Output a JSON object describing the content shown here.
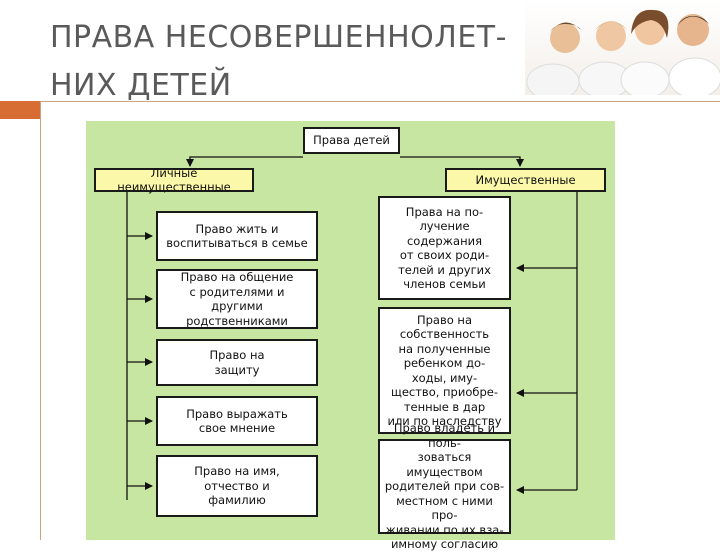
{
  "slide": {
    "title_line1": "ПРАВА НЕСОВЕРШЕННОЛЕТ-",
    "title_line2": "НИХ ДЕТЕЙ"
  },
  "colors": {
    "accent": "#d86d34",
    "chart_background": "#c7e6a2",
    "header_box": "#fbf8a9",
    "title_text": "#5a5a5a"
  },
  "diagram": {
    "root": "Права детей",
    "left_branch": {
      "label": "Личные неимущественные",
      "items": [
        "Право жить и\nвоспитываться в семье",
        "Право на общение\nс родителями и\nдругими родственниками",
        "Право на\nзащиту",
        "Право выражать\nсвое мнение",
        "Право на имя,\nотчество и\nфамилию"
      ]
    },
    "right_branch": {
      "label": "Имущественные",
      "items": [
        "Права на по-\nлучение\nсодержания\nот своих роди-\nтелей и других\nчленов семьи",
        "Право на\nсобственность\nна полученные\nребенком до-\nходы, иму-\nщество, приобре-\nтенные в дар\nили по наследству",
        "Право владеть и поль-\nзоваться имуществом\nродителей при сов-\nместном с ними про-\nживании по их вза-\nимному согласию"
      ]
    }
  }
}
